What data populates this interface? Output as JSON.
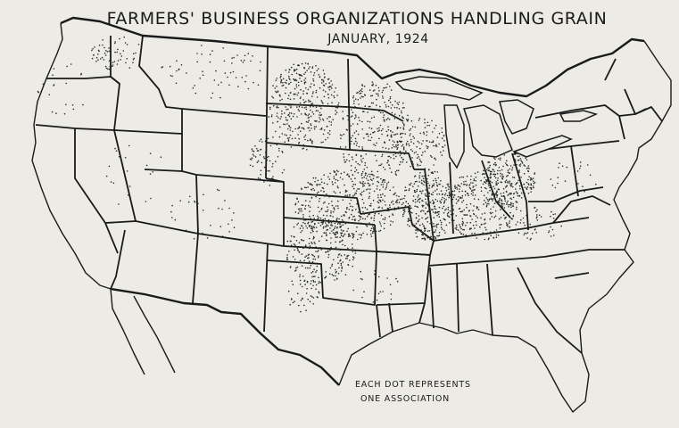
{
  "map": {
    "title": "FARMERS' BUSINESS ORGANIZATIONS HANDLING GRAIN",
    "subtitle": "JANUARY, 1924",
    "legend_line1": "EACH DOT REPRESENTS",
    "legend_line2": "ONE ASSOCIATION",
    "ink_color": "#1a1a1a",
    "paper_color": "#ecebe6"
  }
}
